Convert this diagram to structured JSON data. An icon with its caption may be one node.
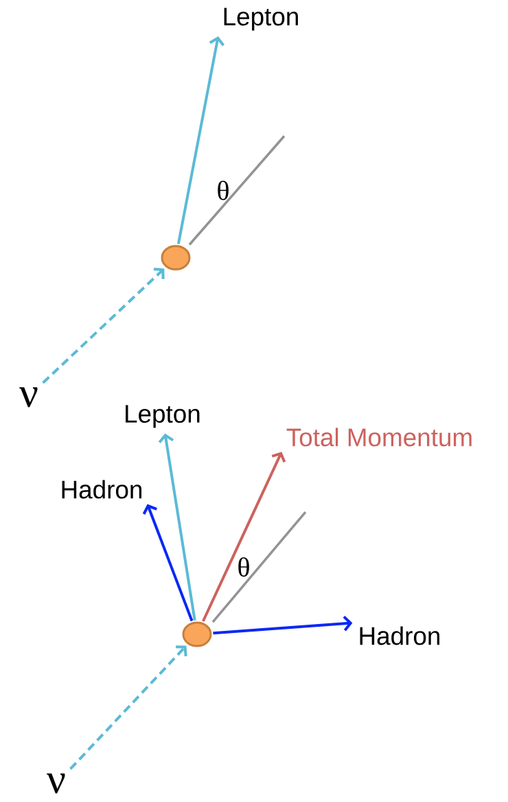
{
  "diagram": {
    "nodes": [
      {
        "text": [
          "ν"
        ]
      },
      {
        "text": [],
        "shape": "circle"
      },
      {
        "text": [
          "Lepton"
        ]
      },
      {
        "text": [
          "ν"
        ]
      },
      {
        "text": [],
        "shape": "circle"
      },
      {
        "text": [
          "Lepton"
        ]
      },
      {
        "text": [
          "Total Momentum"
        ]
      },
      {
        "text": [
          "Hadron"
        ]
      },
      {
        "text": [
          "Hadron"
        ]
      }
    ],
    "edges": [
      {
        "from": 0,
        "to": 1,
        "arrow": "to",
        "style": "dashed"
      },
      {
        "from": 1,
        "to": 2,
        "arrow": "to"
      },
      {
        "from": 3,
        "to": 4,
        "arrow": "to",
        "style": "dashed"
      },
      {
        "from": 4,
        "to": 5,
        "arrow": "to"
      },
      {
        "from": 4,
        "to": 6,
        "arrow": "to",
        "color": "#cc625e"
      },
      {
        "from": 4,
        "to": 7,
        "arrow": "to",
        "color": "#0a28f5"
      },
      {
        "from": 4,
        "to": 8,
        "arrow": "to",
        "color": "#0a28f5"
      }
    ],
    "labels": [
      "θ",
      "θ"
    ]
  }
}
